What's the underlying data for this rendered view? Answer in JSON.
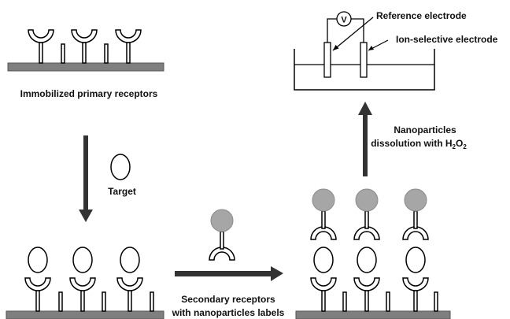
{
  "labels": {
    "immobilized": "Immobilized primary receptors",
    "target": "Target",
    "secondary_line1": "Secondary receptors",
    "secondary_line2": "with nanoparticles labels",
    "dissolution_line1": "Nanoparticles",
    "dissolution_line2_prefix": "dissolution with H",
    "dissolution_sub1": "2",
    "dissolution_o": "O",
    "dissolution_sub2": "2",
    "reference_electrode": "Reference electrode",
    "ion_selective_electrode": "Ion-selective electrode",
    "voltmeter": "V"
  },
  "colors": {
    "substrate": "#7f7f7f",
    "nanoparticle": "#a6a6a6",
    "arrow": "#333333",
    "stroke": "#000000"
  }
}
